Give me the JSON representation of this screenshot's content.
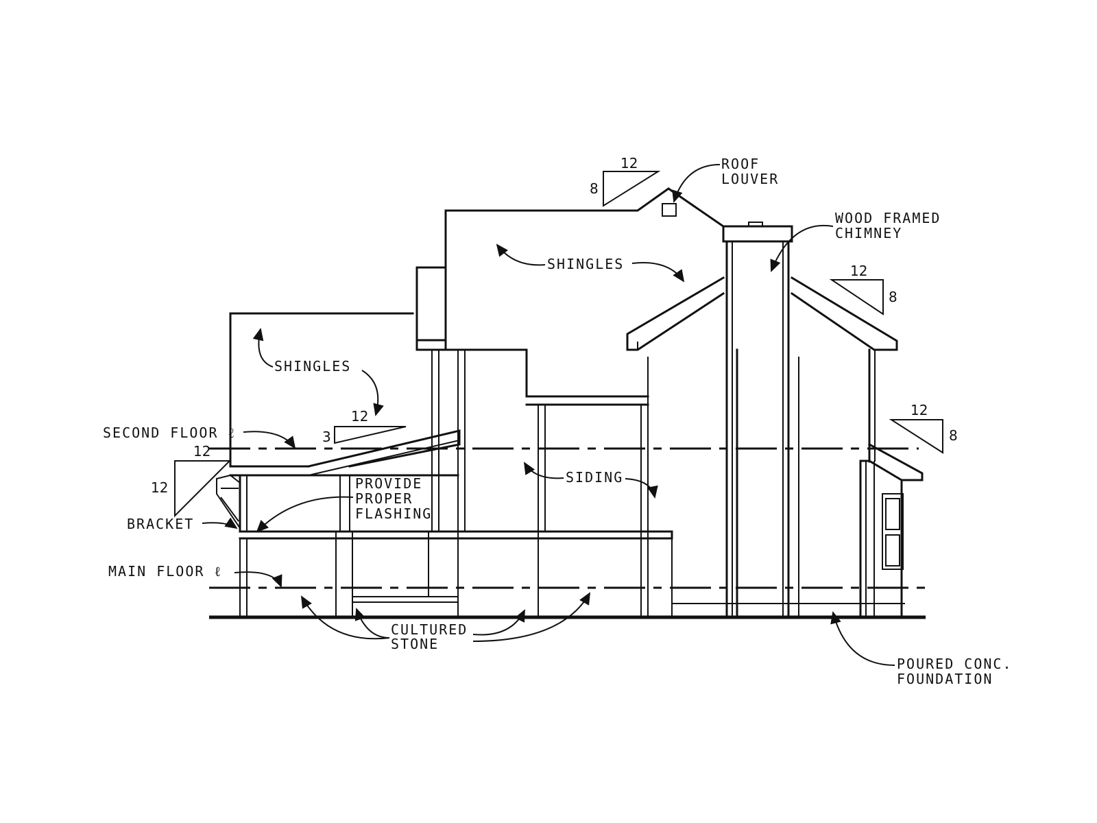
{
  "labels": {
    "roof_louver_1": "ROOF",
    "roof_louver_2": "LOUVER",
    "chimney_1": "WOOD FRAMED",
    "chimney_2": "CHIMNEY",
    "shingles_upper": "SHINGLES",
    "shingles_lower": "SHINGLES",
    "siding": "SIDING",
    "second_floor": "SECOND FLOOR ℓ",
    "main_floor": "MAIN FLOOR ℓ",
    "bracket": "BRACKET",
    "flashing_1": "PROVIDE",
    "flashing_2": "PROPER",
    "flashing_3": "FLASHING",
    "stone_1": "CULTURED",
    "stone_2": "STONE",
    "foundation_1": "POURED CONC.",
    "foundation_2": "FOUNDATION"
  },
  "pitches": {
    "main_roof": {
      "run": "12",
      "rise": "8"
    },
    "chimney_gable": {
      "run": "12",
      "rise": "8"
    },
    "right_wing": {
      "run": "12",
      "rise": "8"
    },
    "porch_roof": {
      "run": "12",
      "rise": "3"
    },
    "left_eave": {
      "run": "12",
      "rise": "12"
    }
  }
}
